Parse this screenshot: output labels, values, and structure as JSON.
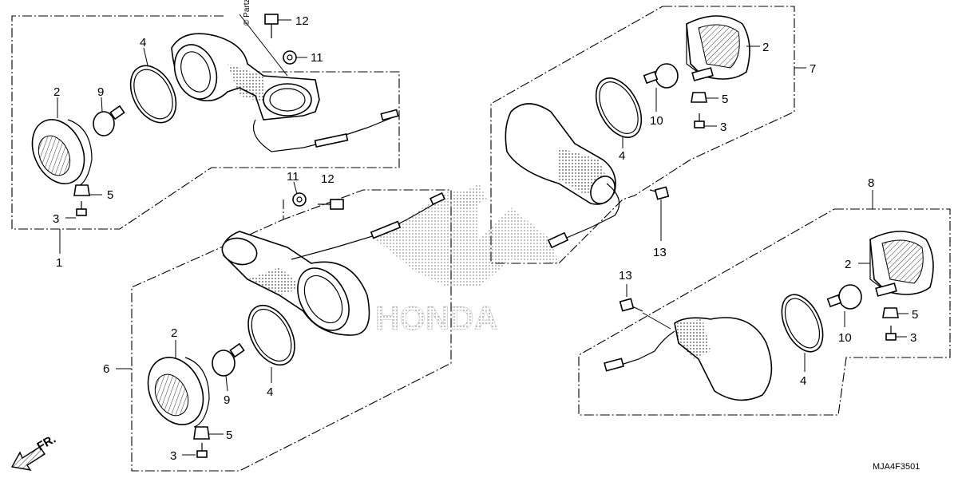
{
  "diagram": {
    "watermark_text": "© Partzilla.com",
    "brand_logo_text": "HONDA",
    "direction_label": "FR.",
    "diagram_code": "MJA4F3501",
    "callouts": {
      "c1": "1",
      "c2": "2",
      "c3": "3",
      "c4": "4",
      "c5": "5",
      "c6": "6",
      "c7": "7",
      "c8": "8",
      "c9": "9",
      "c10": "10",
      "c11": "11",
      "c12": "12",
      "c13": "13"
    }
  }
}
